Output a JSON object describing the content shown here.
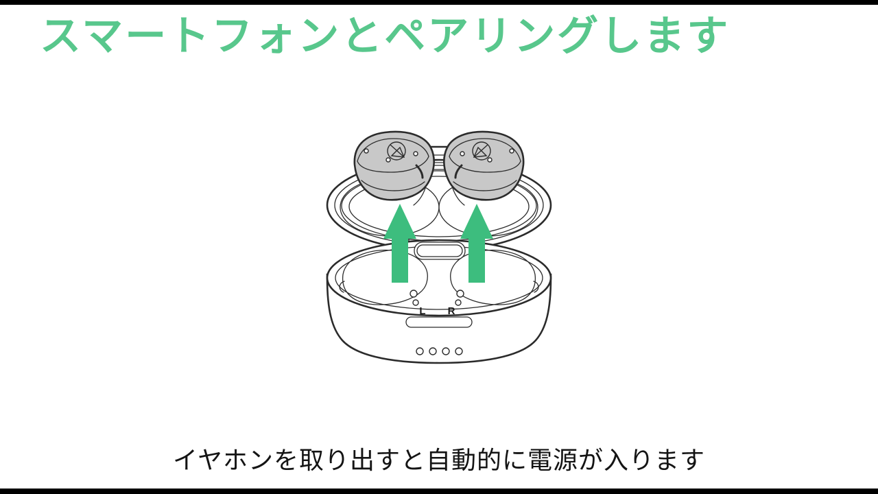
{
  "colors": {
    "page-bg": "#ffffff",
    "letterbox": "#000000",
    "title-green": "#58c78c",
    "arrow-green": "#3dbd7e",
    "earbud-gray": "#c8c8c8",
    "line-dark": "#2b2b2b",
    "caption-dark": "#141414"
  },
  "title": {
    "text": "スマートフォンとペアリングします"
  },
  "caption": {
    "text": "イヤホンを取り出すと自動的に電源が入ります"
  },
  "illustration": {
    "alt": "Two earbuds lifted out of an open charging case, green arrows pointing up",
    "well_labels": {
      "left": "L",
      "right": "R"
    },
    "led_count": "4"
  }
}
